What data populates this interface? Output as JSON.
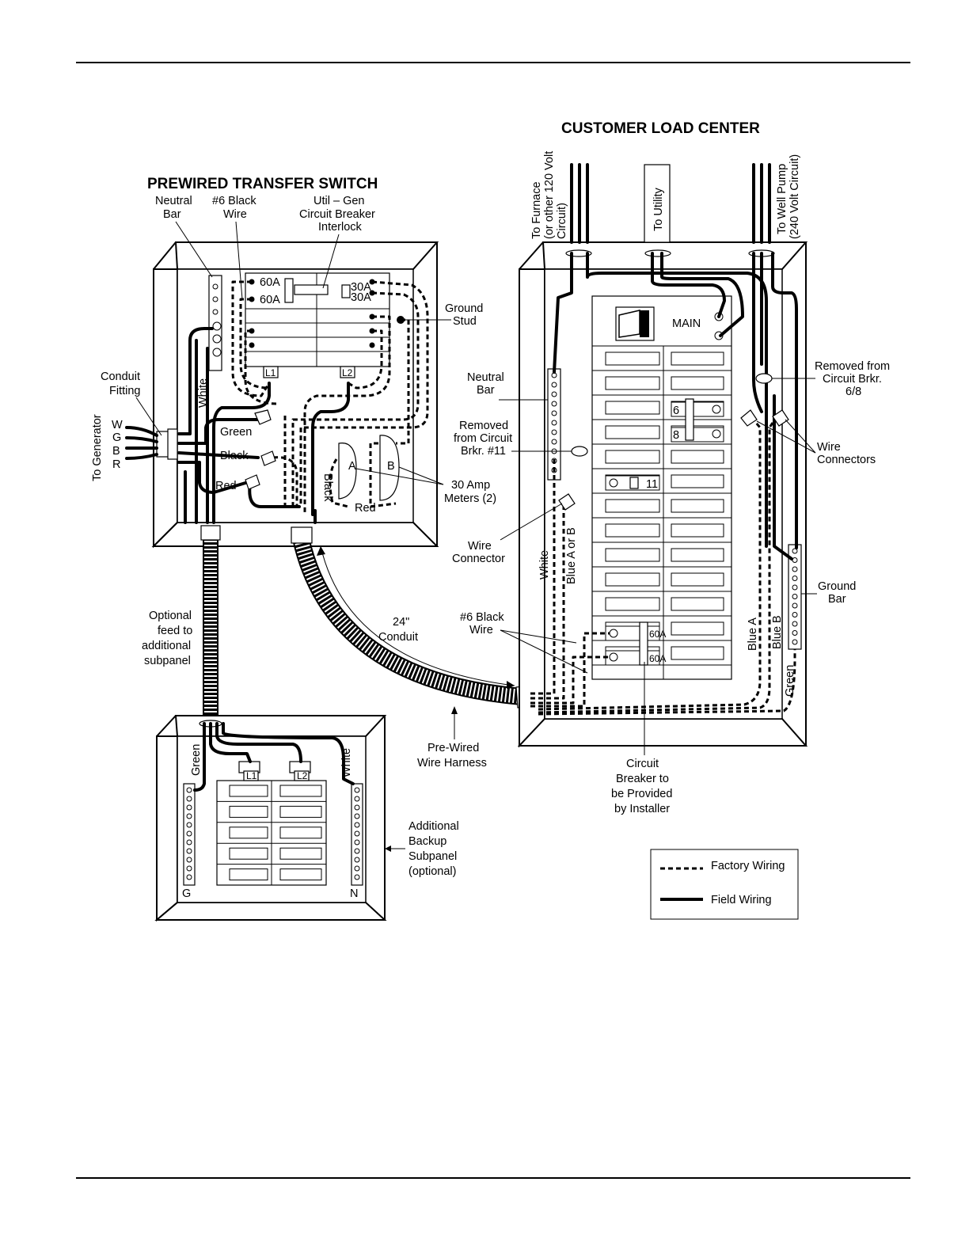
{
  "prewired_title": "PREWIRED TRANSFER SWITCH",
  "load_center_title": "CUSTOMER LOAD CENTER",
  "labels": {
    "neutral_bar_1": "Neutral",
    "neutral_bar_2": "Bar",
    "black6_1": "#6 Black",
    "black6_2": "Wire",
    "interlock_1": "Util – Gen",
    "interlock_2": "Circuit Breaker",
    "interlock_3": "Interlock",
    "ground_stud_1": "Ground",
    "ground_stud_2": "Stud",
    "conduit_fitting_1": "Conduit",
    "conduit_fitting_2": "Fitting",
    "to_generator": "To Generator",
    "wire_w": "W",
    "wire_g": "G",
    "wire_b": "B",
    "wire_r": "R",
    "white": "White",
    "green": "Green",
    "black": "Black",
    "red": "Red",
    "meter_a": "A",
    "meter_b": "B",
    "meters_1": "30 Amp",
    "meters_2": "Meters (2)",
    "l1": "L1",
    "l2": "L2",
    "a60": "60A",
    "a30": "30A",
    "to_furnace_1": "To Furnace",
    "to_furnace_2": "(or other 120 Volt",
    "to_furnace_3": "Circuit)",
    "to_utility": "To Utility",
    "to_well_1": "To Well Pump",
    "to_well_2": "(240 Volt Circuit)",
    "main": "MAIN",
    "lc_neutral_1": "Neutral",
    "lc_neutral_2": "Bar",
    "removed11_1": "Removed",
    "removed11_2": "from Circuit",
    "removed11_3": "Brkr. #11",
    "removed68_1": "Removed from",
    "removed68_2": "Circuit Brkr.",
    "removed68_3": "6/8",
    "wire_connectors_1": "Wire",
    "wire_connectors_2": "Connectors",
    "wire_connector_1": "Wire",
    "wire_connector_2": "Connector",
    "blue_a_or_b": "Blue A or B",
    "ground_bar_1": "Ground",
    "ground_bar_2": "Bar",
    "blue_a": "Blue A",
    "blue_b": "Blue B",
    "conduit24_1": "24\"",
    "conduit24_2": "Conduit",
    "lc_black6_1": "#6 Black",
    "lc_black6_2": "Wire",
    "optional_1": "Optional",
    "optional_2": "feed to",
    "optional_3": "additional",
    "optional_4": "subpanel",
    "harness_1": "Pre-Wired",
    "harness_2": "Wire Harness",
    "installer_1": "Circuit",
    "installer_2": "Breaker to",
    "installer_3": "be Provided",
    "installer_4": "by Installer",
    "subpanel_1": "Additional",
    "subpanel_2": "Backup",
    "subpanel_3": "Subpanel",
    "subpanel_4": "(optional)",
    "g": "G",
    "n": "N",
    "b6": "6",
    "b8": "8",
    "b11": "11"
  },
  "legend": {
    "factory": "Factory Wiring",
    "field": "Field Wiring"
  }
}
